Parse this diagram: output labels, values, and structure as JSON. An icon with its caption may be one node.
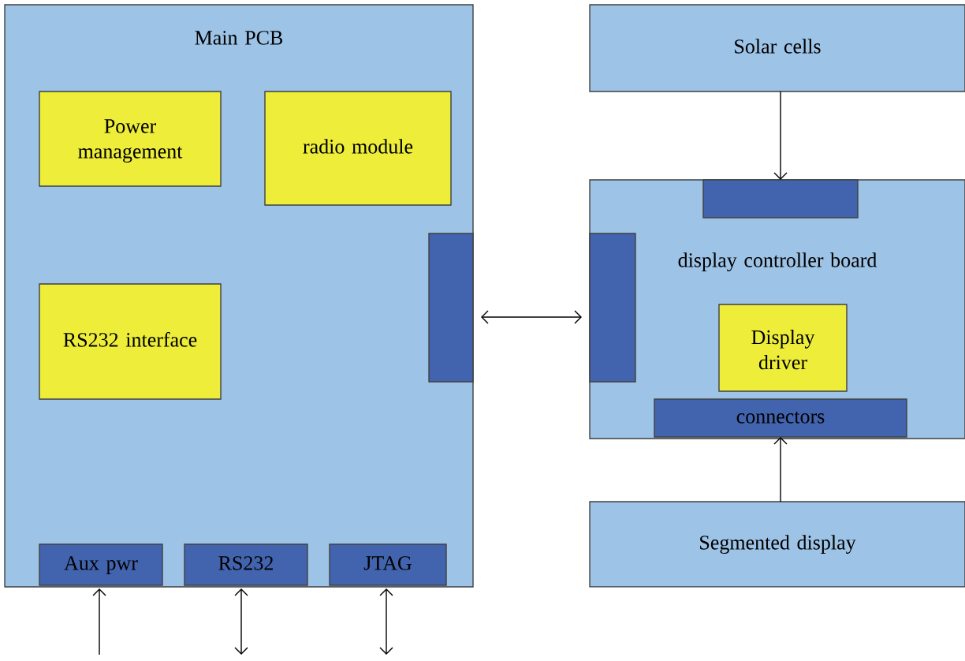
{
  "diagram": {
    "nodes": [
      {
        "text": [
          "Main PCB"
        ]
      },
      {
        "text": [
          "Power management"
        ],
        "in": 0
      },
      {
        "text": [
          "radio module"
        ],
        "in": 0
      },
      {
        "text": [
          "RS232 interface"
        ],
        "in": 0
      },
      {
        "text": [],
        "shape": "box",
        "in": 0
      },
      {
        "text": [
          "Aux pwr"
        ],
        "in": 0
      },
      {
        "text": [
          "RS232"
        ],
        "in": 0
      },
      {
        "text": [
          "JTAG"
        ],
        "in": 0
      },
      {
        "text": [
          "Solar cells"
        ]
      },
      {
        "text": [
          "display controller board"
        ]
      },
      {
        "text": [],
        "shape": "box",
        "in": 9
      },
      {
        "text": [],
        "shape": "box",
        "in": 9
      },
      {
        "text": [
          "Display driver"
        ],
        "in": 9
      },
      {
        "text": [
          "connectors"
        ],
        "in": 9
      },
      {
        "text": [
          "Segmented display"
        ]
      }
    ],
    "edges": [
      {
        "from": 8,
        "to": 10,
        "arrow": "to"
      },
      {
        "from": 4,
        "to": 11,
        "arrow": "both"
      },
      {
        "from": 14,
        "to": 13,
        "arrow": "to"
      },
      {
        "from": null,
        "to": 5,
        "arrow": "to"
      },
      {
        "from": null,
        "to": 6,
        "arrow": "both"
      },
      {
        "from": null,
        "to": 7,
        "arrow": "both"
      }
    ]
  }
}
